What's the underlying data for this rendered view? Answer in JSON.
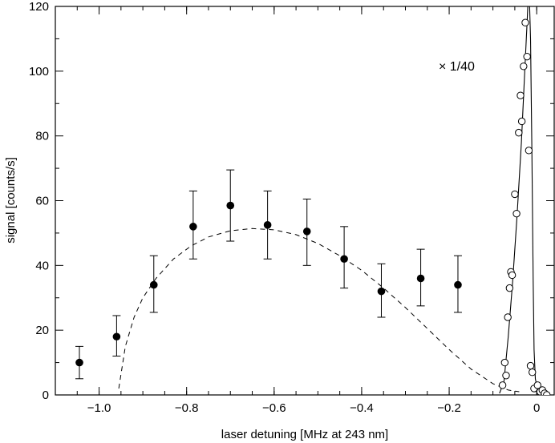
{
  "chart_data": {
    "type": "scatter",
    "xlabel": "laser detuning [MHz at 243 nm]",
    "ylabel": "signal [counts/s]",
    "xlim": [
      -1.1,
      0.04
    ],
    "ylim": [
      0,
      120
    ],
    "xticks": [
      -1.0,
      -0.8,
      -0.6,
      -0.4,
      -0.2,
      0
    ],
    "xtick_labels": [
      "−1.0",
      "−0.8",
      "−0.6",
      "−0.4",
      "−0.2",
      "0"
    ],
    "yticks": [
      0,
      20,
      40,
      60,
      80,
      100,
      120
    ],
    "ytick_labels": [
      "0",
      "20",
      "40",
      "60",
      "80",
      "100",
      "120"
    ],
    "annotation": "× 1/40",
    "series": [
      {
        "marker": "filled-circle-errorbar",
        "points": [
          {
            "x": -1.045,
            "y": 10,
            "lo": 5,
            "hi": 15
          },
          {
            "x": -0.96,
            "y": 18,
            "lo": 12,
            "hi": 24.5
          },
          {
            "x": -0.875,
            "y": 34,
            "lo": 25.5,
            "hi": 43
          },
          {
            "x": -0.785,
            "y": 52,
            "lo": 42,
            "hi": 63
          },
          {
            "x": -0.7,
            "y": 58.5,
            "lo": 47.5,
            "hi": 69.5
          },
          {
            "x": -0.615,
            "y": 52.5,
            "lo": 42,
            "hi": 63
          },
          {
            "x": -0.525,
            "y": 50.5,
            "lo": 40,
            "hi": 60.5
          },
          {
            "x": -0.44,
            "y": 42,
            "lo": 33,
            "hi": 52
          },
          {
            "x": -0.355,
            "y": 32,
            "lo": 24,
            "hi": 40.5
          },
          {
            "x": -0.265,
            "y": 36,
            "lo": 27.5,
            "hi": 45
          },
          {
            "x": -0.18,
            "y": 34,
            "lo": 25.5,
            "hi": 43
          }
        ]
      },
      {
        "marker": "open-circle",
        "points": [
          {
            "x": -0.078,
            "y": 3
          },
          {
            "x": -0.073,
            "y": 10
          },
          {
            "x": -0.07,
            "y": 6
          },
          {
            "x": -0.066,
            "y": 24
          },
          {
            "x": -0.062,
            "y": 33
          },
          {
            "x": -0.059,
            "y": 38
          },
          {
            "x": -0.056,
            "y": 37
          },
          {
            "x": -0.05,
            "y": 62
          },
          {
            "x": -0.046,
            "y": 56
          },
          {
            "x": -0.041,
            "y": 81
          },
          {
            "x": -0.037,
            "y": 92.5
          },
          {
            "x": -0.034,
            "y": 84.5
          },
          {
            "x": -0.03,
            "y": 101.5
          },
          {
            "x": -0.026,
            "y": 115
          },
          {
            "x": -0.022,
            "y": 104.5
          },
          {
            "x": -0.018,
            "y": 75.5
          },
          {
            "x": -0.014,
            "y": 9
          },
          {
            "x": -0.01,
            "y": 7
          },
          {
            "x": -0.006,
            "y": 2
          },
          {
            "x": 0.002,
            "y": 3
          },
          {
            "x": 0.008,
            "y": 1
          },
          {
            "x": 0.013,
            "y": 1.5
          },
          {
            "x": 0.018,
            "y": 0.5
          },
          {
            "x": 0.023,
            "y": 0
          }
        ]
      },
      {
        "style": "dashed-line",
        "points": [
          {
            "x": -0.955,
            "y": 2
          },
          {
            "x": -0.94,
            "y": 15
          },
          {
            "x": -0.92,
            "y": 24
          },
          {
            "x": -0.9,
            "y": 30
          },
          {
            "x": -0.87,
            "y": 36
          },
          {
            "x": -0.83,
            "y": 42
          },
          {
            "x": -0.79,
            "y": 46
          },
          {
            "x": -0.75,
            "y": 48.8
          },
          {
            "x": -0.7,
            "y": 50.7
          },
          {
            "x": -0.65,
            "y": 51.4
          },
          {
            "x": -0.6,
            "y": 51
          },
          {
            "x": -0.55,
            "y": 49.5
          },
          {
            "x": -0.5,
            "y": 46.8
          },
          {
            "x": -0.45,
            "y": 43
          },
          {
            "x": -0.4,
            "y": 38.5
          },
          {
            "x": -0.35,
            "y": 33
          },
          {
            "x": -0.3,
            "y": 27
          },
          {
            "x": -0.25,
            "y": 20.5
          },
          {
            "x": -0.2,
            "y": 14
          },
          {
            "x": -0.15,
            "y": 8
          },
          {
            "x": -0.1,
            "y": 3.5
          },
          {
            "x": -0.065,
            "y": 1.5
          },
          {
            "x": -0.04,
            "y": 1
          }
        ]
      },
      {
        "style": "solid-line",
        "points": [
          {
            "x": -0.085,
            "y": 0.5
          },
          {
            "x": -0.075,
            "y": 4
          },
          {
            "x": -0.065,
            "y": 18
          },
          {
            "x": -0.055,
            "y": 35
          },
          {
            "x": -0.045,
            "y": 55
          },
          {
            "x": -0.035,
            "y": 78
          },
          {
            "x": -0.028,
            "y": 98
          },
          {
            "x": -0.022,
            "y": 115
          },
          {
            "x": -0.019,
            "y": 124
          },
          {
            "x": -0.017,
            "y": 124
          },
          {
            "x": -0.014,
            "y": 110
          },
          {
            "x": -0.011,
            "y": 75
          },
          {
            "x": -0.008,
            "y": 35
          },
          {
            "x": -0.006,
            "y": 14
          },
          {
            "x": -0.003,
            "y": 5
          },
          {
            "x": 0.002,
            "y": 1.5
          },
          {
            "x": 0.01,
            "y": 0.5
          },
          {
            "x": 0.02,
            "y": 0
          }
        ]
      }
    ]
  }
}
